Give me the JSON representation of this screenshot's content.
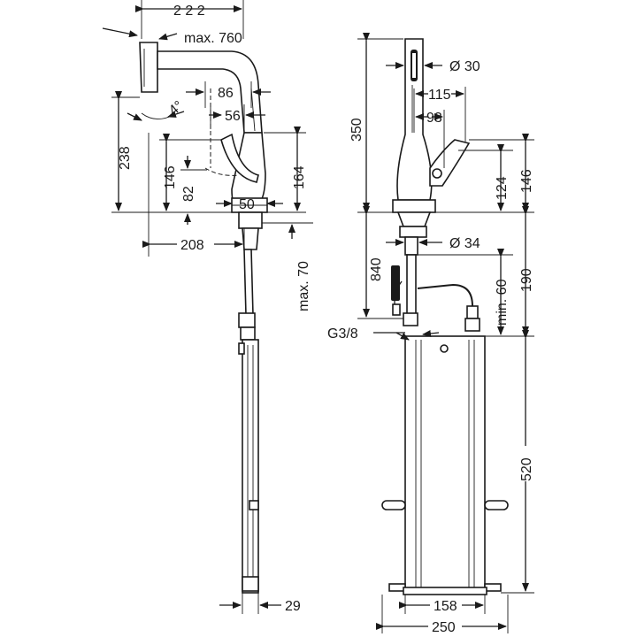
{
  "side_view": {
    "dims": {
      "d222": "2 2 2",
      "max760": "max. 760",
      "d86": "86",
      "d4deg": "4°",
      "d56": "56",
      "d238": "238",
      "d146": "146",
      "d82": "82",
      "d164": "164",
      "d50": "50",
      "d208": "208",
      "max70": "max. 70",
      "d29": "29"
    }
  },
  "front_view": {
    "dims": {
      "d350": "350",
      "dia30": "Ø 30",
      "d115": "115",
      "d93": "93",
      "d124": "124",
      "d146": "146",
      "dia34": "Ø 34",
      "d840": "840",
      "min60": "min. 60",
      "d190": "190",
      "g38": "G3/8",
      "d520": "520",
      "d158": "158",
      "d250": "250"
    }
  },
  "colors": {
    "line": "#1a1a1a",
    "background": "#ffffff"
  }
}
